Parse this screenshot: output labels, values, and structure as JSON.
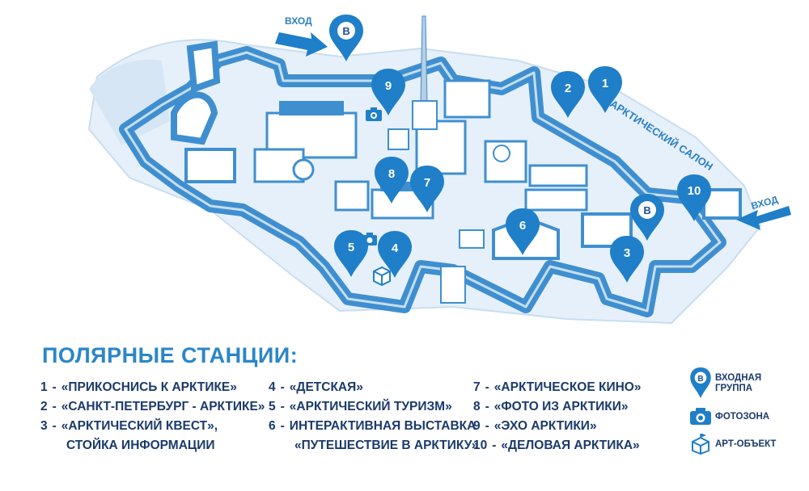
{
  "map": {
    "labels": {
      "entrance_left": "ВХОД",
      "entrance_right": "ВХОД",
      "arctic_salon": "АРКТИЧЕСКИЙ САЛОН"
    },
    "pins": {
      "p1": "1",
      "p2": "2",
      "p3": "3",
      "p4": "4",
      "p5": "5",
      "p6": "6",
      "p7": "7",
      "p8": "8",
      "p9": "9",
      "p10": "10",
      "v": "В"
    },
    "colors": {
      "primary": "#2a86c8",
      "dark": "#1b4f9c",
      "wall": "#3f8fd0",
      "ground": "#e6f0fa"
    }
  },
  "legend": {
    "title": "ПОЛЯРНЫЕ СТАНЦИИ:",
    "sep": "-",
    "items": [
      {
        "num": "1",
        "label": "«ПРИКОСНИСЬ К АРКТИКЕ»"
      },
      {
        "num": "2",
        "label": "«САНКТ-ПЕТЕРБУРГ - АРКТИКЕ»"
      },
      {
        "num": "3",
        "label": "«АРКТИЧЕСКИЙ КВЕСТ»,",
        "cont": "СТОЙКА ИНФОРМАЦИИ"
      },
      {
        "num": "4",
        "label": "«ДЕТСКАЯ»"
      },
      {
        "num": "5",
        "label": "«АРКТИЧЕСКИЙ ТУРИЗМ»"
      },
      {
        "num": "6",
        "label": "ИНТЕРАКТИВНАЯ ВЫСТАВКА",
        "cont": "«ПУТЕШЕСТВИЕ В АРКТИКУ»"
      },
      {
        "num": "7",
        "label": "«АРКТИЧЕСКОЕ КИНО»"
      },
      {
        "num": "8",
        "label": "«ФОТО ИЗ АРКТИКИ»"
      },
      {
        "num": "9",
        "label": "«ЭХО АРКТИКИ»"
      },
      {
        "num": "10",
        "label": "«ДЕЛОВАЯ АРКТИКА»"
      }
    ]
  },
  "key": {
    "entrance_pin_letter": "В",
    "entrance_line1": "ВХОДНАЯ",
    "entrance_line2": "ГРУППА",
    "photo_zone": "ФОТОЗОНА",
    "art_object": "АРТ-ОБЪЕКТ",
    "icons": [
      "map-pin-icon",
      "camera-icon",
      "cube-icon"
    ]
  }
}
